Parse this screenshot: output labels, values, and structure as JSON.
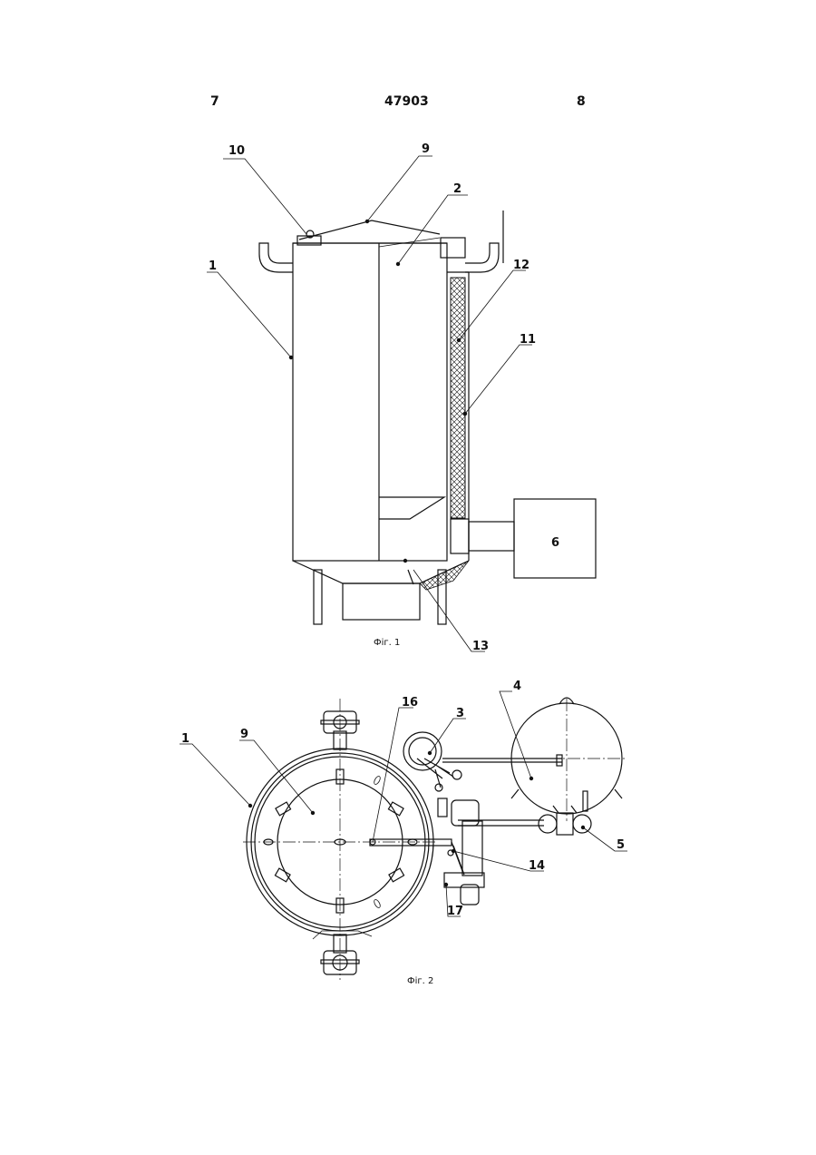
{
  "header": {
    "left_page": "7",
    "patent_number": "47903",
    "right_page": "8"
  },
  "figures": [
    {
      "caption": "Фіг. 1",
      "labels": [
        "10",
        "9",
        "2",
        "1",
        "12",
        "11",
        "6",
        "13"
      ]
    },
    {
      "caption": "Фіг. 2",
      "labels": [
        "16",
        "3",
        "4",
        "1",
        "9",
        "5",
        "14",
        "17"
      ]
    }
  ]
}
